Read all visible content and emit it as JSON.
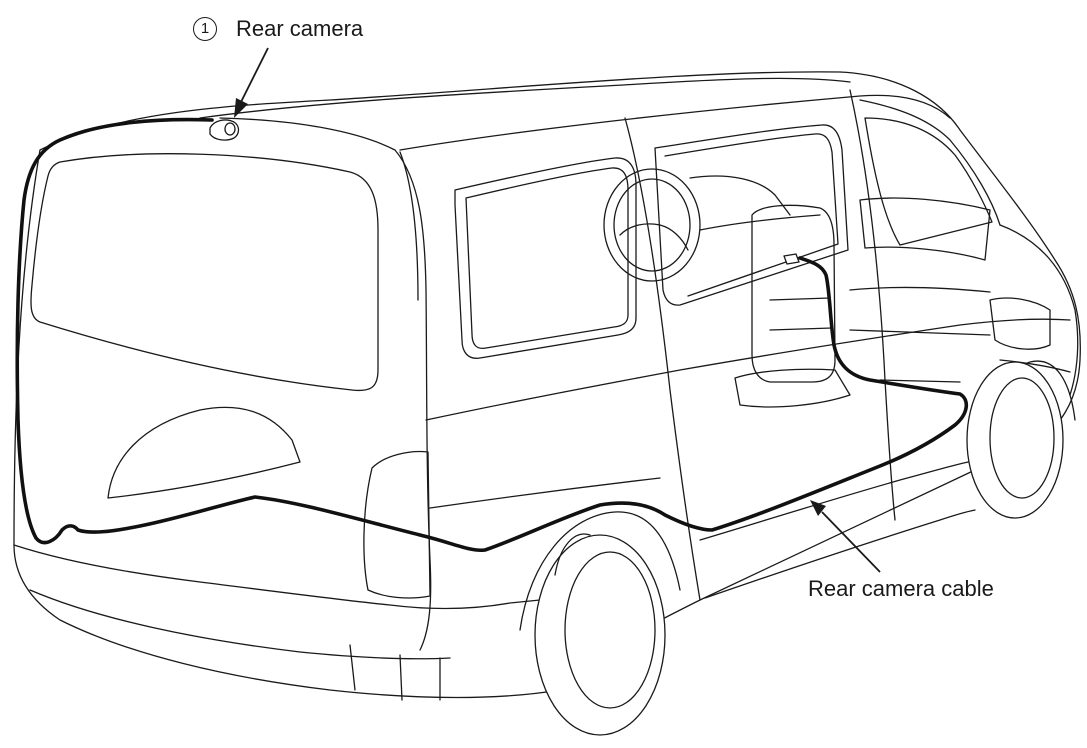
{
  "callouts": [
    {
      "number": "1",
      "label": "Rear camera"
    },
    {
      "label": "Rear camera cable"
    }
  ]
}
